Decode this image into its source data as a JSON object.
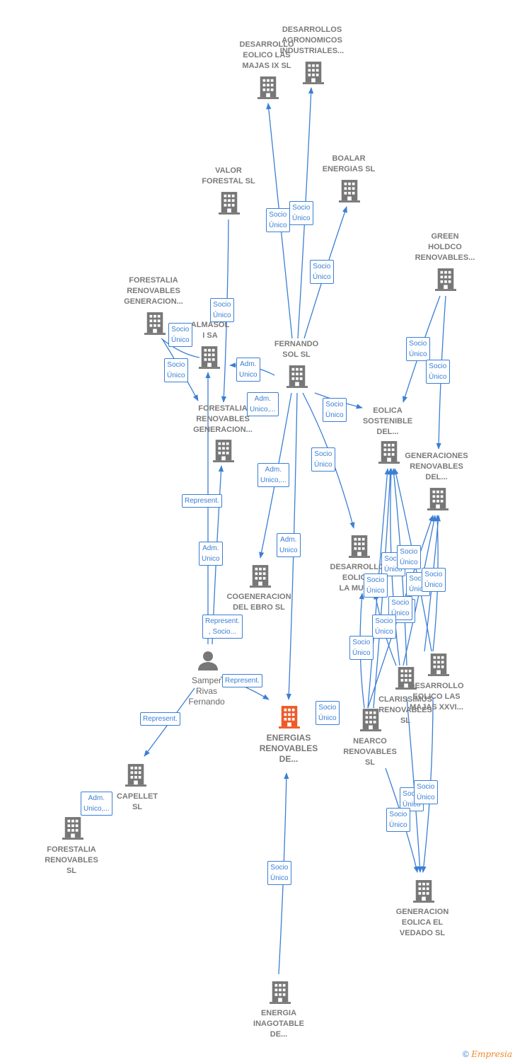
{
  "colors": {
    "edge": "#3b7fd4",
    "building": "#777777",
    "focus": "#f05a28",
    "text": "#777777"
  },
  "companies": {
    "majas_ix": "DESARROLLO\nEOLICO LAS\nMAJAS IX  SL",
    "agronomicos": "DESARROLLOS\nAGRONOMICOS\nINDUSTRIALES...",
    "boalar": "BOALAR\nENERGIAS  SL",
    "valor": "VALOR\nFORESTAL SL",
    "green": "GREEN\nHOLDCO\nRENOVABLES...",
    "forestalia_top": "FORESTALIA\nRENOVABLES\nGENERACION...",
    "almasol": "ALMASOL\nI SA",
    "fernando_sol": "FERNANDO\nSOL SL",
    "forestalia_mid": "FORESTALIA\nRENOVABLES\nGENERACION...",
    "eolica_sostenible": "EOLICA\nSOSTENIBLE\nDEL...",
    "generaciones": "GENERACIONES\nRENOVABLES\nDEL...",
    "majas_la_muga": "DESARROLLO\nEOLICO\nLA MUGA",
    "cogeneracion": "COGENERACION\nDEL EBRO  SL",
    "majas_xxvi": "DESARROLLO\nEOLICO LAS\nMAJAS XXVI...",
    "clarissimus": "CLARISSIMUS\nRENOVABLES\nSL",
    "nearco": "NEARCO\nRENOVABLES\nSL",
    "energias_renovables": "ENERGIAS\nRENOVABLES\nDE...",
    "capellet": "CAPELLET\nSL",
    "forestalia_low": "FORESTALIA\nRENOVABLES\nSL",
    "vedado": "GENERACION\nEOLICA EL\nVEDADO SL",
    "inagotable": "ENERGIA\nINAGOTABLE\nDE..."
  },
  "person": {
    "name": "Samper\nRivas\nFernando"
  },
  "edge_labels": {
    "socio_unico": "Socio\nÚnico",
    "adm_unico": "Adm.\nUnico",
    "adm_unico_more": "Adm.\nUnico,...",
    "represent": "Represent.",
    "represent_socio": "Represent.\n, Socio..."
  },
  "footer": {
    "copyright": "©",
    "brand": "Empresia"
  }
}
